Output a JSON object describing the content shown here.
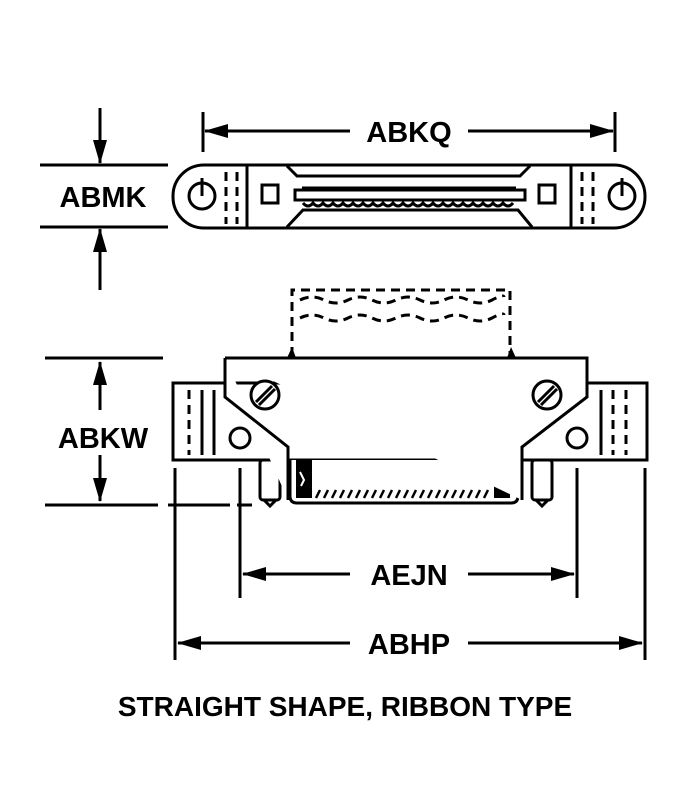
{
  "dimensions": {
    "overall_length_top": "ABKQ",
    "height_top": "ABMK",
    "height_side": "ABKW",
    "mounting_hole_spacing": "AEJN",
    "overall_length_side": "ABHP"
  },
  "caption": "STRAIGHT SHAPE, RIBBON TYPE"
}
